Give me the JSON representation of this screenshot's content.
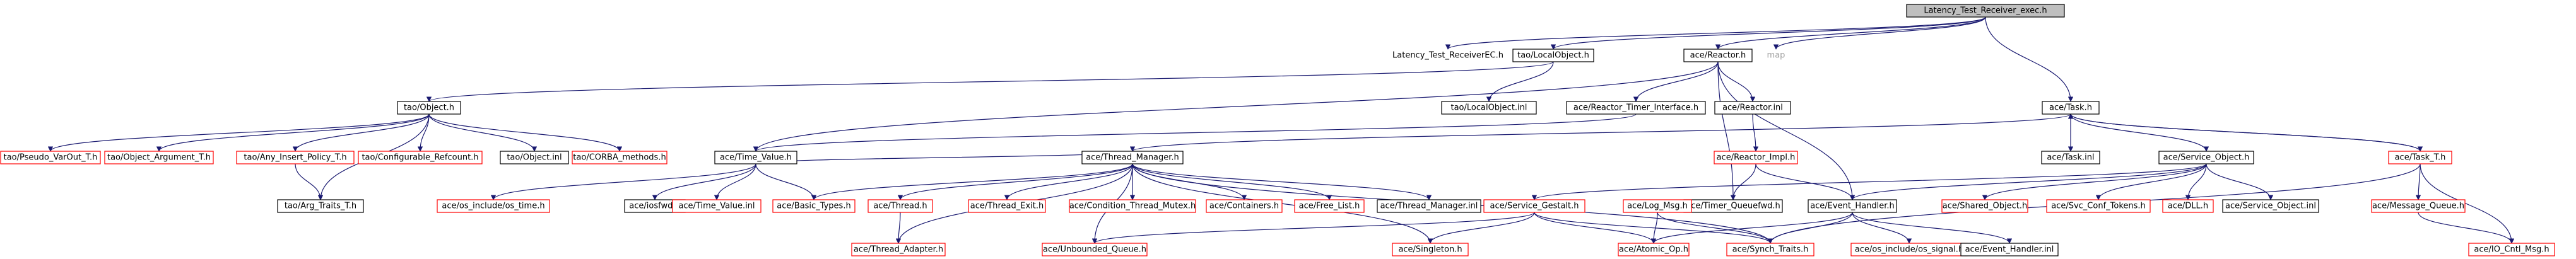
{
  "colors": {
    "edge": "#191970",
    "internal_border": "#000000",
    "external_border": "#ff0000",
    "root_fill": "#bfbfbf",
    "node_fill": "#ffffff",
    "plain_text": "#000000",
    "map_text": "#a0a0a0"
  },
  "nodes": [
    {
      "id": "root",
      "label": "Latency_Test_Receiver_exec.h",
      "style": "root"
    },
    {
      "id": "LatencyEC",
      "label": "Latency_Test_ReceiverEC.h",
      "style": "plain"
    },
    {
      "id": "taoLocalObject",
      "label": "tao/LocalObject.h",
      "style": "internal"
    },
    {
      "id": "aceReactor",
      "label": "ace/Reactor.h",
      "style": "internal"
    },
    {
      "id": "map",
      "label": "map",
      "style": "plain-gray"
    },
    {
      "id": "taoObject",
      "label": "tao/Object.h",
      "style": "internal"
    },
    {
      "id": "taoLocalObjectInl",
      "label": "tao/LocalObject.inl",
      "style": "internal"
    },
    {
      "id": "aceReactorTimer",
      "label": "ace/Reactor_Timer_Interface.h",
      "style": "internal"
    },
    {
      "id": "aceReactorInl",
      "label": "ace/Reactor.inl",
      "style": "internal"
    },
    {
      "id": "aceTask",
      "label": "ace/Task.h",
      "style": "internal"
    },
    {
      "id": "taoPseudo",
      "label": "tao/Pseudo_VarOut_T.h",
      "style": "external"
    },
    {
      "id": "taoObjectArg",
      "label": "tao/Object_Argument_T.h",
      "style": "external"
    },
    {
      "id": "taoAnyInsert",
      "label": "tao/Any_Insert_Policy_T.h",
      "style": "external"
    },
    {
      "id": "taoConfigRef",
      "label": "tao/Configurable_Refcount.h",
      "style": "external"
    },
    {
      "id": "taoObjectInl",
      "label": "tao/Object.inl",
      "style": "internal"
    },
    {
      "id": "taoCorba",
      "label": "tao/CORBA_methods.h",
      "style": "external"
    },
    {
      "id": "aceTimeValue",
      "label": "ace/Time_Value.h",
      "style": "internal"
    },
    {
      "id": "aceReactorImpl",
      "label": "ace/Reactor_Impl.h",
      "style": "external"
    },
    {
      "id": "aceThreadManager",
      "label": "ace/Thread_Manager.h",
      "style": "internal"
    },
    {
      "id": "aceTaskInl",
      "label": "ace/Task.inl",
      "style": "internal"
    },
    {
      "id": "aceServiceObject",
      "label": "ace/Service_Object.h",
      "style": "internal"
    },
    {
      "id": "aceTaskT",
      "label": "ace/Task_T.h",
      "style": "external"
    },
    {
      "id": "taoAnyTraits",
      "label": "tao/Arg_Traits_T.h",
      "style": "internal"
    },
    {
      "id": "aceOsTime",
      "label": "ace/os_include/os_time.h",
      "style": "external"
    },
    {
      "id": "aceIosfwd",
      "label": "ace/iosfwd.h",
      "style": "internal"
    },
    {
      "id": "aceTimeValueInl",
      "label": "ace/Time_Value.inl",
      "style": "external"
    },
    {
      "id": "aceBasicTypes",
      "label": "ace/Basic_Types.h",
      "style": "external"
    },
    {
      "id": "aceThread",
      "label": "ace/Thread.h",
      "style": "external"
    },
    {
      "id": "aceThreadExit",
      "label": "ace/Thread_Exit.h",
      "style": "external"
    },
    {
      "id": "aceCondThreadMutex",
      "label": "ace/Condition_Thread_Mutex.h",
      "style": "external"
    },
    {
      "id": "aceContainers",
      "label": "ace/Containers.h",
      "style": "external"
    },
    {
      "id": "aceFreeList",
      "label": "ace/Free_List.h",
      "style": "external"
    },
    {
      "id": "aceThreadManagerInl",
      "label": "ace/Thread_Manager.inl",
      "style": "internal"
    },
    {
      "id": "aceTimerQueuefwd",
      "label": "ace/Timer_Queuefwd.h",
      "style": "internal"
    },
    {
      "id": "aceEventHandler",
      "label": "ace/Event_Handler.h",
      "style": "internal"
    },
    {
      "id": "aceServiceGestalt",
      "label": "ace/Service_Gestalt.h",
      "style": "external"
    },
    {
      "id": "aceLogMsg",
      "label": "ace/Log_Msg.h",
      "style": "external"
    },
    {
      "id": "aceSharedObject",
      "label": "ace/Shared_Object.h",
      "style": "external"
    },
    {
      "id": "aceSvcConfTokens",
      "label": "ace/Svc_Conf_Tokens.h",
      "style": "external"
    },
    {
      "id": "aceDLL",
      "label": "ace/DLL.h",
      "style": "external"
    },
    {
      "id": "aceServiceObjectInl",
      "label": "ace/Service_Object.inl",
      "style": "internal"
    },
    {
      "id": "aceMessageQueue",
      "label": "ace/Message_Queue.h",
      "style": "external"
    },
    {
      "id": "aceThreadAdapter",
      "label": "ace/Thread_Adapter.h",
      "style": "external"
    },
    {
      "id": "aceUnboundedQueue",
      "label": "ace/Unbounded_Queue.h",
      "style": "external"
    },
    {
      "id": "aceSingleton",
      "label": "ace/Singleton.h",
      "style": "external"
    },
    {
      "id": "aceAtomicOp",
      "label": "ace/Atomic_Op.h",
      "style": "external"
    },
    {
      "id": "aceSynchTraits",
      "label": "ace/Synch_Traits.h",
      "style": "external"
    },
    {
      "id": "aceOsSignal",
      "label": "ace/os_include/os_signal.h",
      "style": "external"
    },
    {
      "id": "aceEventHandlerInl",
      "label": "ace/Event_Handler.inl",
      "style": "internal"
    },
    {
      "id": "aceIOCntlMsg",
      "label": "ace/IO_Cntl_Msg.h",
      "style": "external"
    }
  ],
  "edges": [
    [
      "root",
      "LatencyEC"
    ],
    [
      "root",
      "taoLocalObject"
    ],
    [
      "root",
      "aceReactor"
    ],
    [
      "root",
      "map"
    ],
    [
      "root",
      "aceTask"
    ],
    [
      "taoLocalObject",
      "taoObject"
    ],
    [
      "taoLocalObject",
      "taoLocalObjectInl"
    ],
    [
      "aceReactor",
      "aceReactorTimer"
    ],
    [
      "aceReactor",
      "aceReactorInl"
    ],
    [
      "aceReactor",
      "aceTimeValue"
    ],
    [
      "aceReactor",
      "aceTimerQueuefwd"
    ],
    [
      "aceReactor",
      "aceEventHandler"
    ],
    [
      "taoObject",
      "taoPseudo"
    ],
    [
      "taoObject",
      "taoObjectArg"
    ],
    [
      "taoObject",
      "taoAnyInsert"
    ],
    [
      "taoObject",
      "taoConfigRef"
    ],
    [
      "taoObject",
      "taoObjectInl"
    ],
    [
      "taoObject",
      "taoCorba"
    ],
    [
      "taoObject",
      "taoAnyTraits"
    ],
    [
      "taoAnyInsert",
      "taoAnyTraits"
    ],
    [
      "aceReactorTimer",
      "aceTimeValue"
    ],
    [
      "aceReactorInl",
      "aceReactorImpl"
    ],
    [
      "aceReactorImpl",
      "aceTimerQueuefwd"
    ],
    [
      "aceReactorImpl",
      "aceEventHandler"
    ],
    [
      "aceTask",
      "aceThreadManager"
    ],
    [
      "aceTask",
      "aceTaskInl"
    ],
    [
      "aceTask",
      "aceServiceObject"
    ],
    [
      "aceTask",
      "aceTaskT"
    ],
    [
      "aceTaskT",
      "aceTask"
    ],
    [
      "aceTaskT",
      "aceMessageQueue"
    ],
    [
      "aceTaskT",
      "aceSynchTraits"
    ],
    [
      "aceTaskT",
      "aceIOCntlMsg"
    ],
    [
      "aceTimeValue",
      "aceOsTime"
    ],
    [
      "aceTimeValue",
      "aceIosfwd"
    ],
    [
      "aceTimeValue",
      "aceTimeValueInl"
    ],
    [
      "aceTimeValue",
      "aceBasicTypes"
    ],
    [
      "aceThreadManager",
      "aceTimeValue"
    ],
    [
      "aceThreadManager",
      "aceBasicTypes"
    ],
    [
      "aceThreadManager",
      "aceThread"
    ],
    [
      "aceThreadManager",
      "aceThreadExit"
    ],
    [
      "aceThreadManager",
      "aceCondThreadMutex"
    ],
    [
      "aceThreadManager",
      "aceContainers"
    ],
    [
      "aceThreadManager",
      "aceFreeList"
    ],
    [
      "aceThreadManager",
      "aceThreadManagerInl"
    ],
    [
      "aceThreadManager",
      "aceUnboundedQueue"
    ],
    [
      "aceThreadManager",
      "aceThreadAdapter"
    ],
    [
      "aceThreadManager",
      "aceSingleton"
    ],
    [
      "aceThreadManager",
      "aceSynchTraits"
    ],
    [
      "aceThread",
      "aceThreadAdapter"
    ],
    [
      "aceServiceObject",
      "aceEventHandler"
    ],
    [
      "aceServiceObject",
      "aceServiceGestalt"
    ],
    [
      "aceServiceObject",
      "aceSharedObject"
    ],
    [
      "aceServiceObject",
      "aceSvcConfTokens"
    ],
    [
      "aceServiceObject",
      "aceDLL"
    ],
    [
      "aceServiceObject",
      "aceServiceObjectInl"
    ],
    [
      "aceEventHandler",
      "aceAtomicOp"
    ],
    [
      "aceEventHandler",
      "aceSynchTraits"
    ],
    [
      "aceEventHandler",
      "aceOsSignal"
    ],
    [
      "aceEventHandler",
      "aceEventHandlerInl"
    ],
    [
      "aceServiceGestalt",
      "aceUnboundedQueue"
    ],
    [
      "aceServiceGestalt",
      "aceSingleton"
    ],
    [
      "aceServiceGestalt",
      "aceSynchTraits"
    ],
    [
      "aceServiceGestalt",
      "aceAtomicOp"
    ],
    [
      "aceLogMsg",
      "aceAtomicOp"
    ],
    [
      "aceLogMsg",
      "aceSynchTraits"
    ],
    [
      "aceMessageQueue",
      "aceIOCntlMsg"
    ]
  ]
}
